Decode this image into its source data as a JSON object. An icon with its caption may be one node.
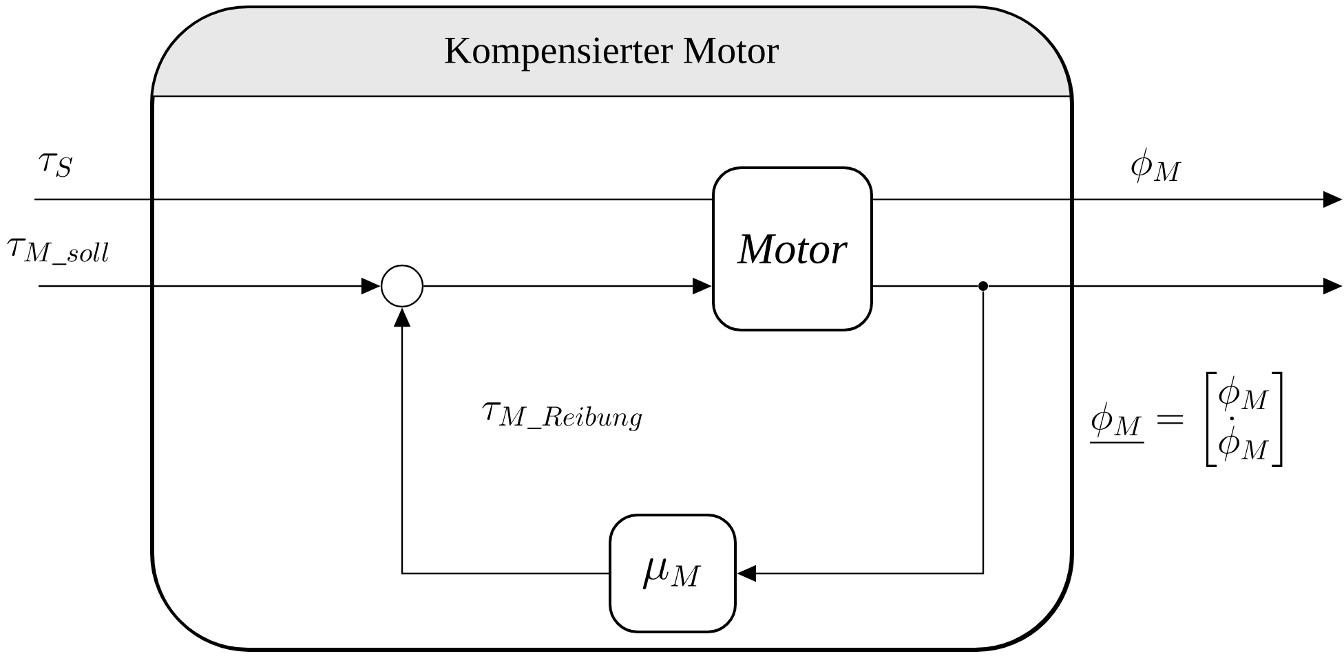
{
  "diagram": {
    "nodes": [
      {
        "text": [
          "Kompensierter Motor"
        ]
      },
      {
        "text": [
          "Motor"
        ],
        "in": 0
      },
      {
        "text": [],
        "shape": "circle",
        "in": 0
      },
      {
        "text": [
          "\\mu_M"
        ],
        "in": 0
      },
      {
        "text": [],
        "shape": "dot",
        "in": 0
      }
    ],
    "edges": [
      {
        "from": null,
        "to": 1,
        "arrow": "none",
        "label": "\\tau_S"
      },
      {
        "from": null,
        "to": 2,
        "arrow": "to",
        "label": "\\tau_{M\\_soll}"
      },
      {
        "from": 2,
        "to": 1,
        "arrow": "to"
      },
      {
        "from": 1,
        "to": null,
        "arrow": "to",
        "label": "\\phi_M"
      },
      {
        "from": 1,
        "to": 4,
        "arrow": "none"
      },
      {
        "from": 4,
        "to": null,
        "arrow": "to"
      },
      {
        "from": 4,
        "to": 3,
        "arrow": "to"
      },
      {
        "from": 3,
        "to": 2,
        "arrow": "to",
        "label": "\\tau_{M\\_Reibung}"
      }
    ],
    "labels": [
      "\\underline{\\phi_M} = \\begin{bmatrix}\\phi_M\\\\ \\dot{\\phi}_M\\end{bmatrix}"
    ]
  }
}
